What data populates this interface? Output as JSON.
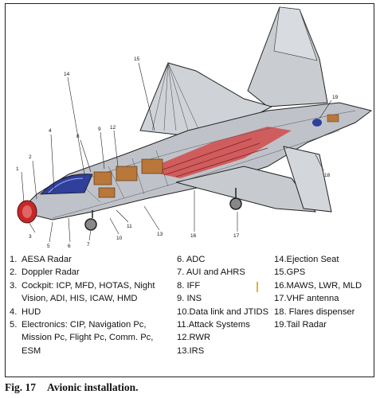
{
  "figure": {
    "caption_label": "Fig. 17",
    "caption_text": "Avionic installation.",
    "callout_numbers": [
      "1",
      "2",
      "3",
      "4",
      "5",
      "6",
      "7",
      "8",
      "9",
      "10",
      "11",
      "12",
      "13",
      "14",
      "15",
      "16",
      "17",
      "18",
      "19"
    ]
  },
  "legend": {
    "col1": [
      {
        "num": "1.",
        "text": "AESA Radar"
      },
      {
        "num": "2.",
        "text": "Doppler Radar"
      },
      {
        "num": "3.",
        "text": "Cockpit: ICP, MFD, HOTAS, Night",
        "cont": "Vision, ADI, HIS, ICAW, HMD"
      },
      {
        "num": "4.",
        "text": "HUD"
      },
      {
        "num": "5.",
        "text": "Electronics: CIP, Navigation Pc,",
        "cont": "Mission Pc, Flight Pc, Comm. Pc,",
        "cont2": "ESM"
      }
    ],
    "col2": [
      {
        "label": "6. ADC"
      },
      {
        "label": "7. AUI and AHRS"
      },
      {
        "label": "8. IFF"
      },
      {
        "label": "9. INS"
      },
      {
        "label": "10.Data link and JTIDS"
      },
      {
        "label": "11.Attack Systems"
      },
      {
        "label": "12.RWR"
      },
      {
        "label": "13.IRS"
      }
    ],
    "col3": [
      {
        "label": "14.Ejection Seat"
      },
      {
        "label": "15.GPS"
      },
      {
        "label": "16.MAWS, LWR, MLD"
      },
      {
        "label": "17.VHF antenna"
      },
      {
        "label": "18. Flares dispenser"
      },
      {
        "label": "19.Tail Radar"
      }
    ]
  },
  "colors": {
    "fuselage": "#bfc3c9",
    "internal_red": "#d14b4b",
    "electronics_brown": "#b9773a",
    "radar_red": "#c62828",
    "canopy_blue": "#2f3f9a",
    "highlight_yellow": "#e3b23c"
  }
}
